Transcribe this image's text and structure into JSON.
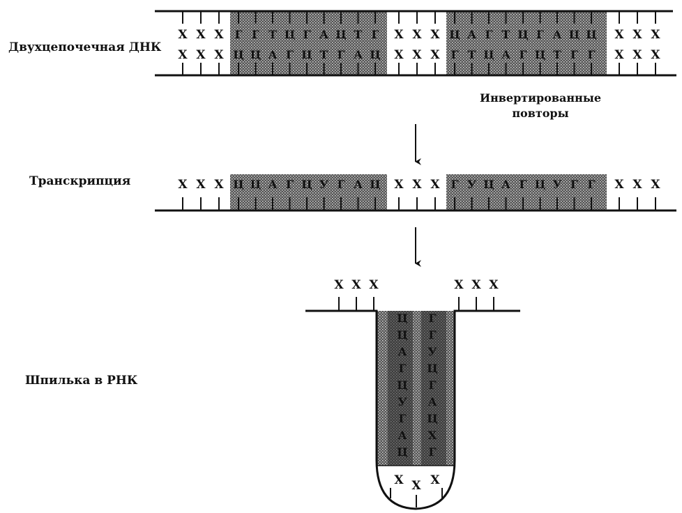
{
  "labels": {
    "dna": "Двухцепочечная ДНК",
    "inverted_repeats": [
      "Инвертированные",
      "повторы"
    ],
    "transcription": "Транскрипция",
    "hairpin": "Шпилька в РНК"
  },
  "dna": {
    "top": {
      "left": "ХХХ",
      "repeat1": "ГГТЦГАЦТГ",
      "middle": "ХХХ",
      "repeat2": "ЦАГТЦГАЦЦ",
      "right": "ХХХ"
    },
    "bottom": {
      "left": "ХХХ",
      "repeat1": "ЦЦАГЦТГАЦ",
      "middle": "ХХХ",
      "repeat2": "ГТЦАГЦТГГ",
      "right": "ХХХ"
    }
  },
  "rna": {
    "left": "ХХХ",
    "repeat1": "ЦЦАГЦУГАЦ",
    "middle": "ХХХ",
    "repeat2": "ГУЦАГЦУГГ",
    "right": "ХХХ"
  },
  "hairpin": {
    "left_tail": "ХХХ",
    "right_tail": "ХХХ",
    "stem_left": "ЦЦАГЦУГАЦ",
    "stem_right": "ГГУЦГАЦХГ",
    "loop": [
      "Х",
      "Х",
      "Х"
    ]
  },
  "colors": {
    "ink": "#111111",
    "shade": "#3a3a3a",
    "shade_dark": "#1e1e1e"
  }
}
